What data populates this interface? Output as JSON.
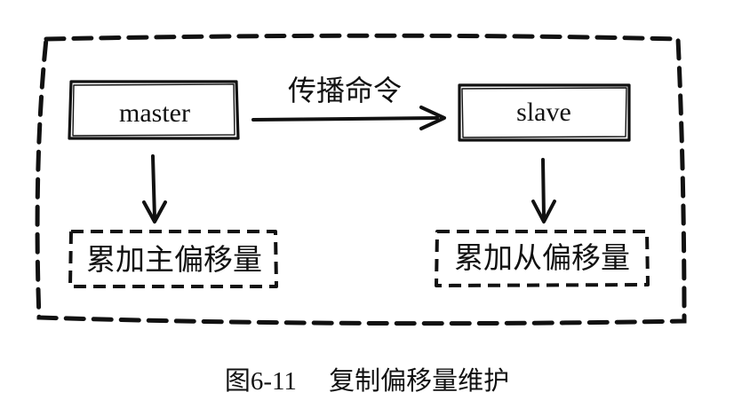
{
  "nodes": {
    "master": "master",
    "slave": "slave",
    "master_offset": "累加主偏移量",
    "slave_offset": "累加从偏移量"
  },
  "edge_label": "传播命令",
  "caption": "图6-11　 复制偏移量维护",
  "colors": {
    "ink": "#111111",
    "background": "#ffffff"
  }
}
